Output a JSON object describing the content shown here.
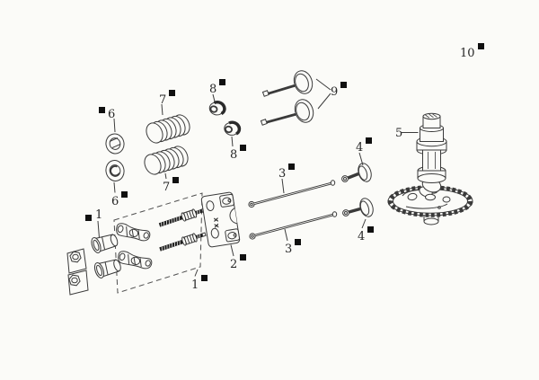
{
  "figure": {
    "type": "exploded-parts-diagram",
    "background": "#fbfbf8",
    "ink": "#3a3a3a",
    "marker_color": "#101010"
  },
  "plate_marking": "xx",
  "callouts": {
    "c1a": "1",
    "c1b": "1",
    "c2": "2",
    "c3a": "3",
    "c3b": "3",
    "c4a": "4",
    "c4b": "4",
    "c5": "5",
    "c6a": "6",
    "c6b": "6",
    "c7a": "7",
    "c7b": "7",
    "c8a": "8",
    "c8b": "8",
    "c9": "9",
    "c10": "10"
  }
}
